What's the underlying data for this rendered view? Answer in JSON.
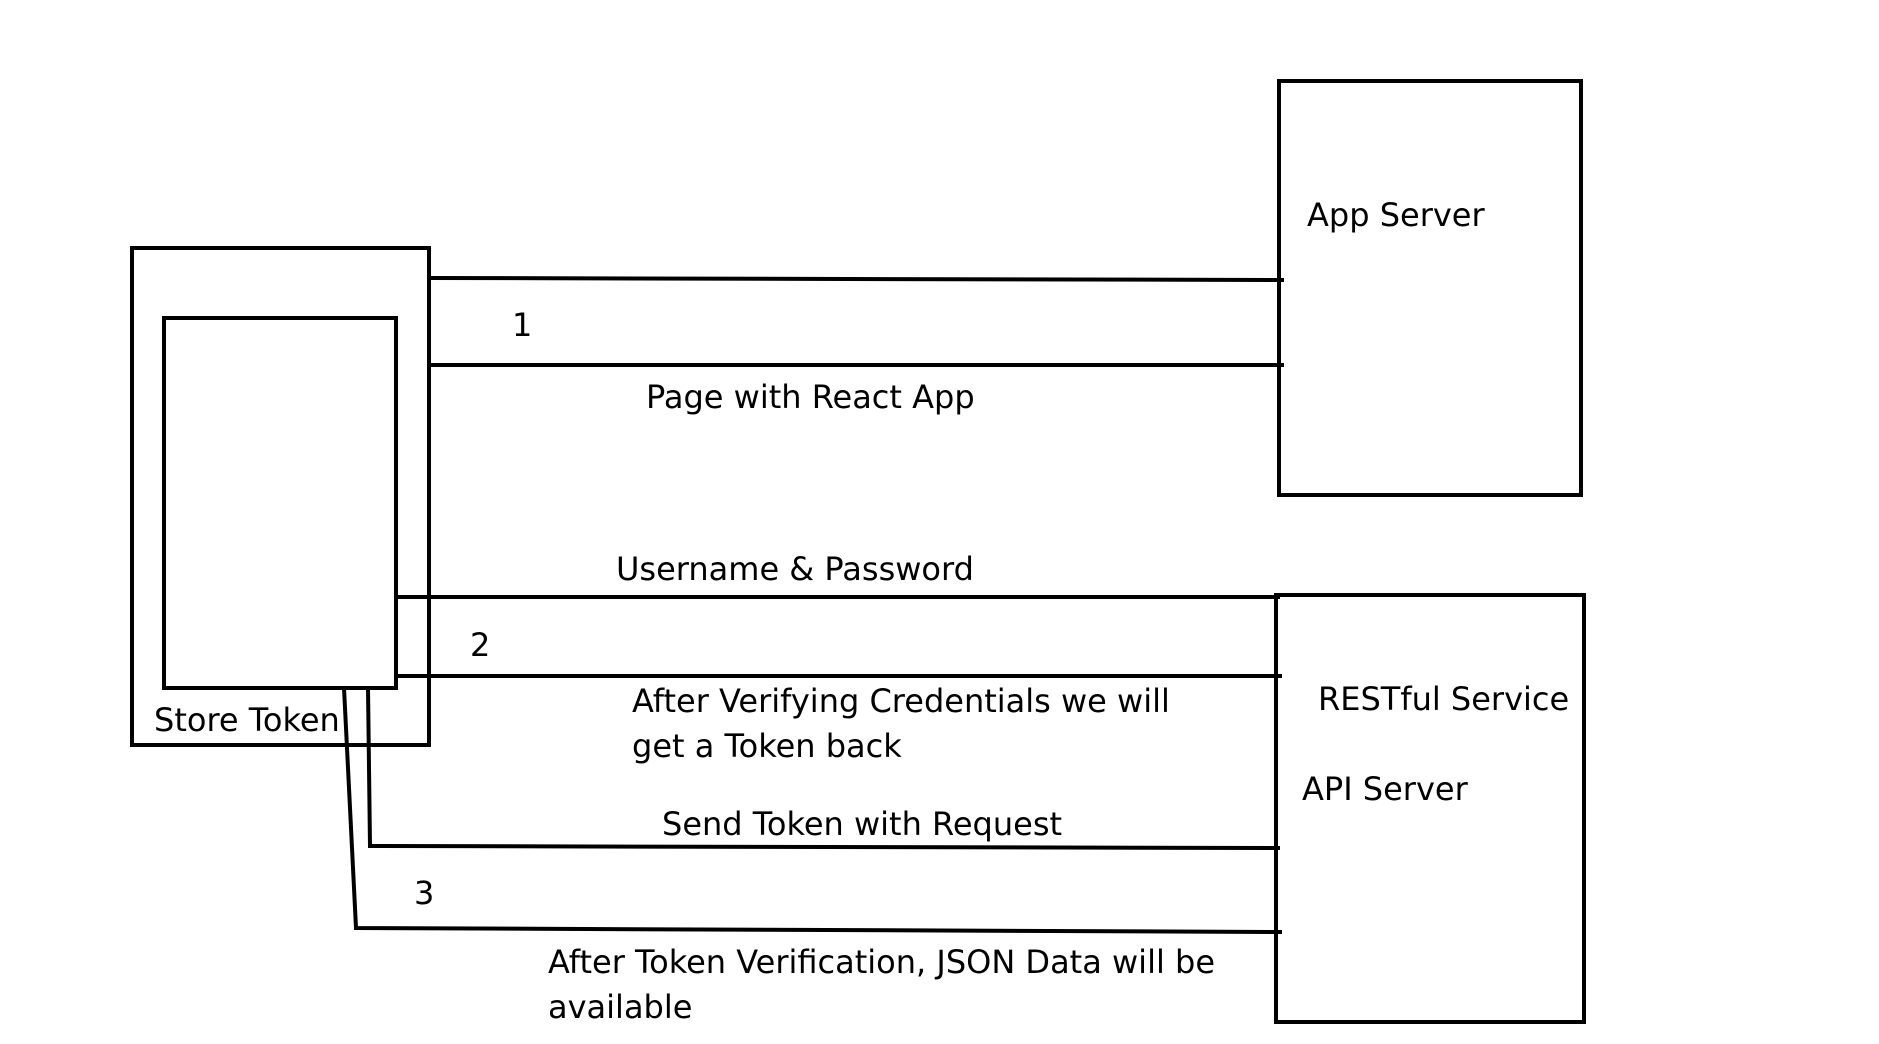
{
  "diagram": {
    "nodes": {
      "client_label": "Store Token",
      "app_server_label": "App Server",
      "api_server_label_1": "RESTful Service",
      "api_server_label_2": "API Server"
    },
    "steps": {
      "step1_number": "1",
      "step1_response": "Page with React App",
      "step2_request": "Username & Password",
      "step2_number": "2",
      "step2_response_line1": "After Verifying Credentials we will",
      "step2_response_line2": "get a Token back",
      "step3_request": "Send Token with Request",
      "step3_number": "3",
      "step3_response_line1": "After Token Verification, JSON Data will be",
      "step3_response_line2": "available"
    }
  }
}
